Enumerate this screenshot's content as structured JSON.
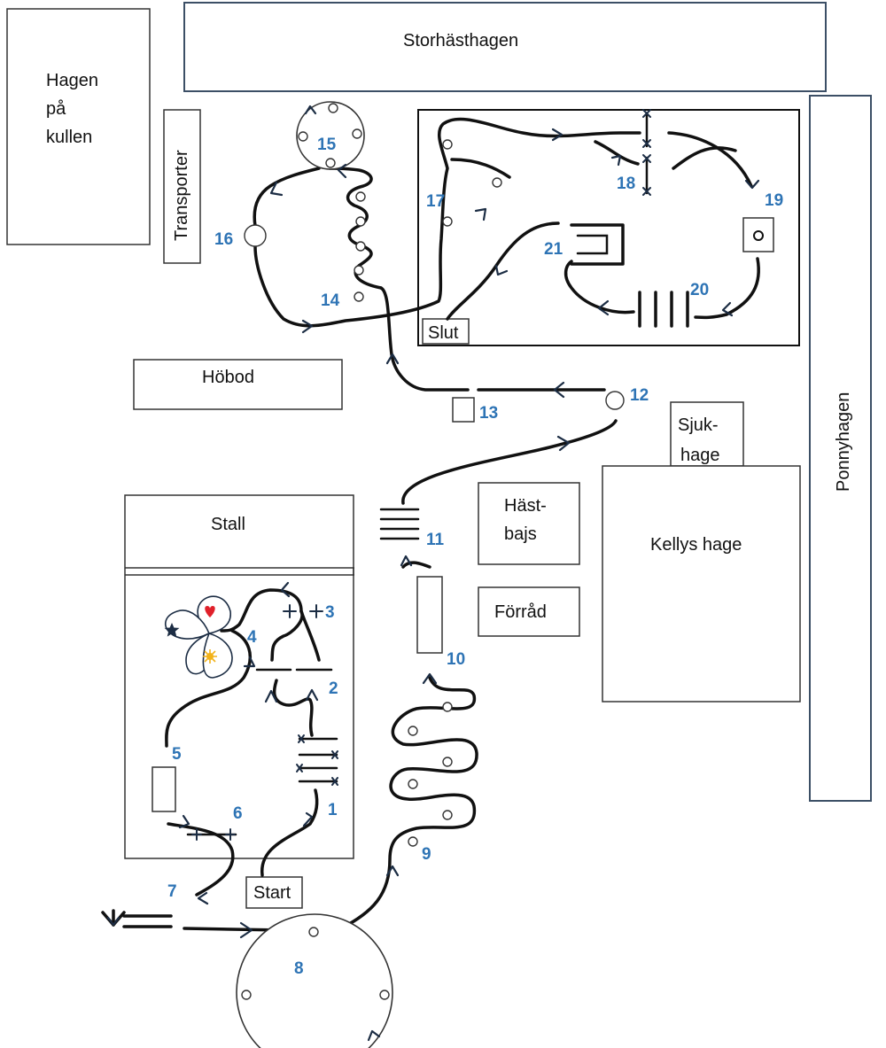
{
  "areas": {
    "storhasthagen": "Storhästhagen",
    "hagen_line1": "Hagen",
    "hagen_line2": "på",
    "hagen_line3": "kullen",
    "transporter": "Transporter",
    "hobod": "Höbod",
    "ponnyhagen": "Ponnyhagen",
    "sjukhage_line1": "Sjuk-",
    "sjukhage_line2": "hage",
    "kellys_hage": "Kellys hage",
    "hastbajs_line1": "Häst-",
    "hastbajs_line2": "bajs",
    "forrad": "Förråd",
    "stall": "Stall",
    "start": "Start",
    "slut": "Slut"
  },
  "stations": [
    "1",
    "2",
    "3",
    "4",
    "5",
    "6",
    "7",
    "8",
    "9",
    "10",
    "11",
    "12",
    "13",
    "14",
    "15",
    "16",
    "17",
    "18",
    "19",
    "20",
    "21"
  ],
  "colors": {
    "station_number": "#2e74b5",
    "path": "#111111",
    "arrow": "#1c2d44",
    "heart": "#e0202a",
    "sun": "#f2b21a",
    "star": "#1c2d44"
  },
  "icons": [
    "star-icon",
    "heart-icon",
    "sun-icon"
  ]
}
